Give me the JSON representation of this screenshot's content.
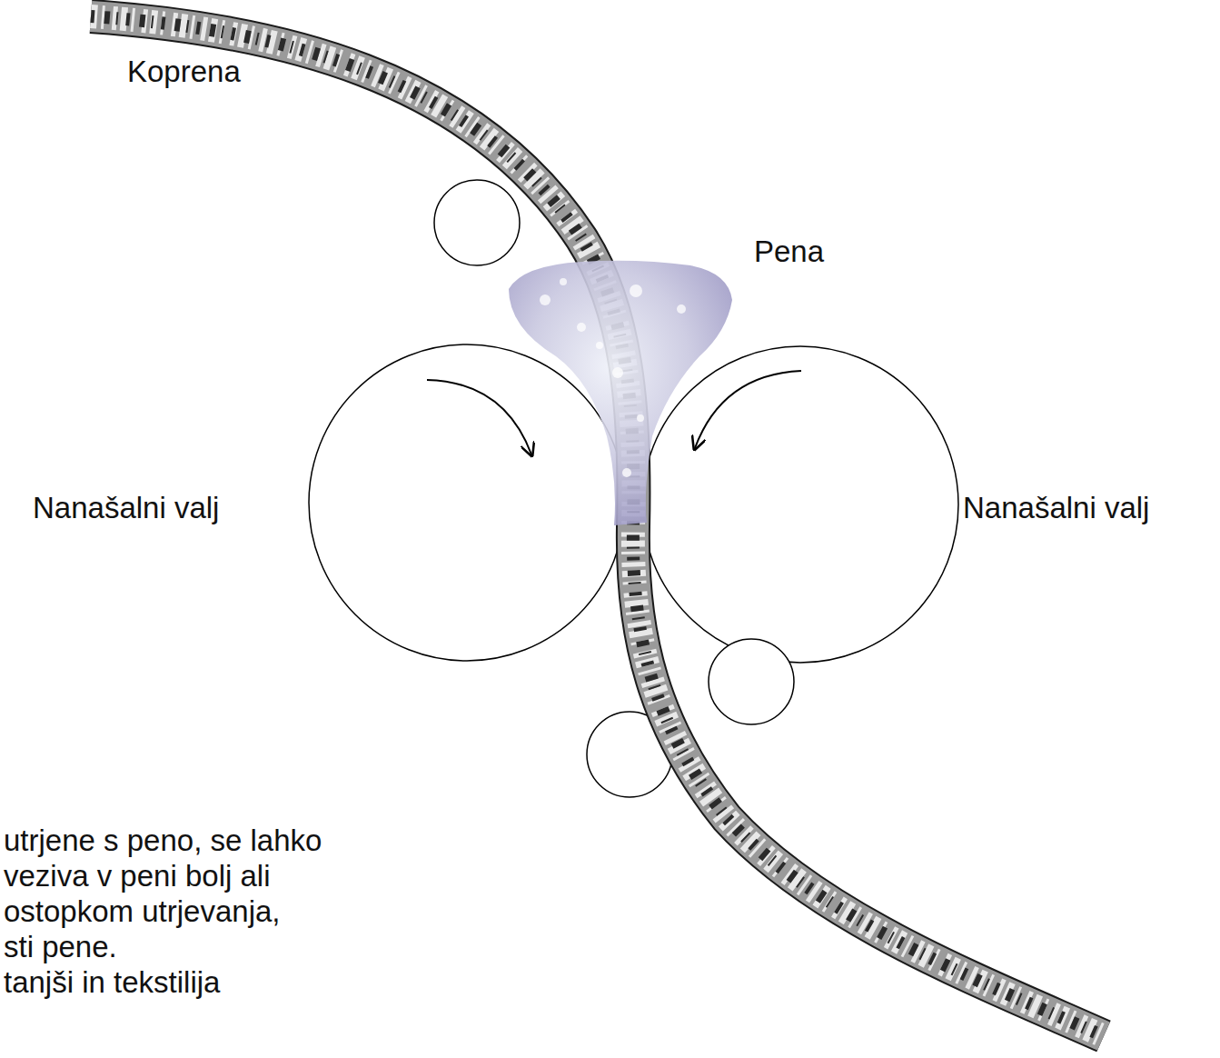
{
  "diagram": {
    "labels": [
      "Koprena",
      "Pena",
      "Nanašalni valj",
      "Nanašalni valj",
      "utrjene s peno, se lahko",
      "veziva v peni bolj ali",
      "ostopkom utrjevanja,",
      "sti pene.",
      "tanjši in tekstilija"
    ]
  }
}
